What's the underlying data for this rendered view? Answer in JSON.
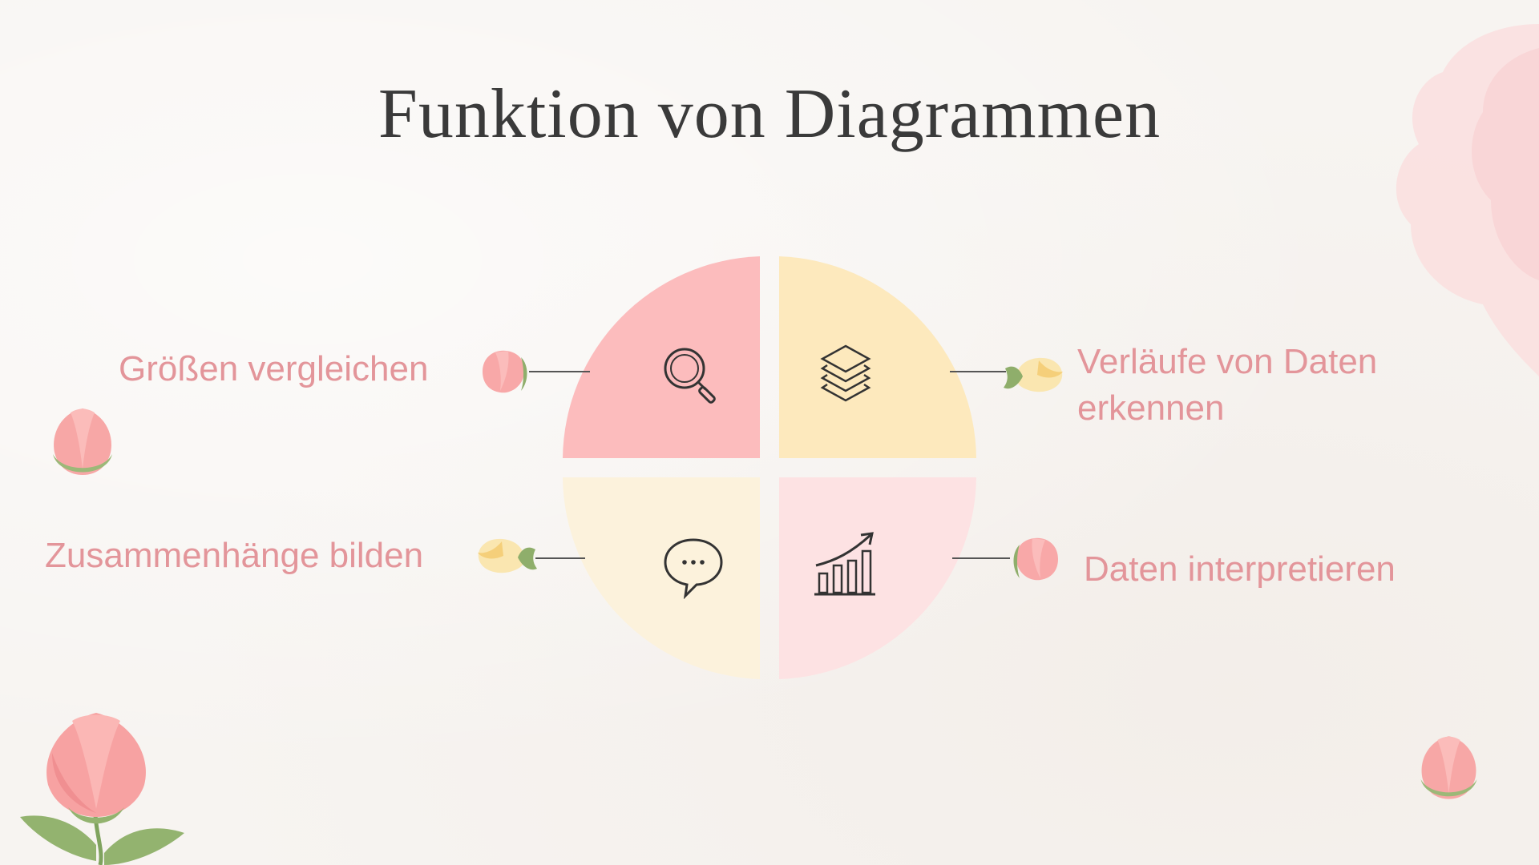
{
  "slide": {
    "title": "Funktion von Diagrammen"
  },
  "quadrants": [
    {
      "label": "Größen vergleichen",
      "icon": "magnifier-icon",
      "color": "#fcbcbd"
    },
    {
      "label_line1": "Verläufe von Daten",
      "label_line2": "erkennen",
      "icon": "layers-icon",
      "color": "#fde9bd"
    },
    {
      "label": "Zusammenhänge bilden",
      "icon": "speech-bubble-icon",
      "color": "#fcf2dc"
    },
    {
      "label": "Daten interpretieren",
      "icon": "growth-chart-icon",
      "color": "#fde2e3"
    }
  ],
  "colors": {
    "label": "#e3959a",
    "title": "#3a3a3a",
    "background": "#f7f4f1",
    "connector": "#555555"
  }
}
